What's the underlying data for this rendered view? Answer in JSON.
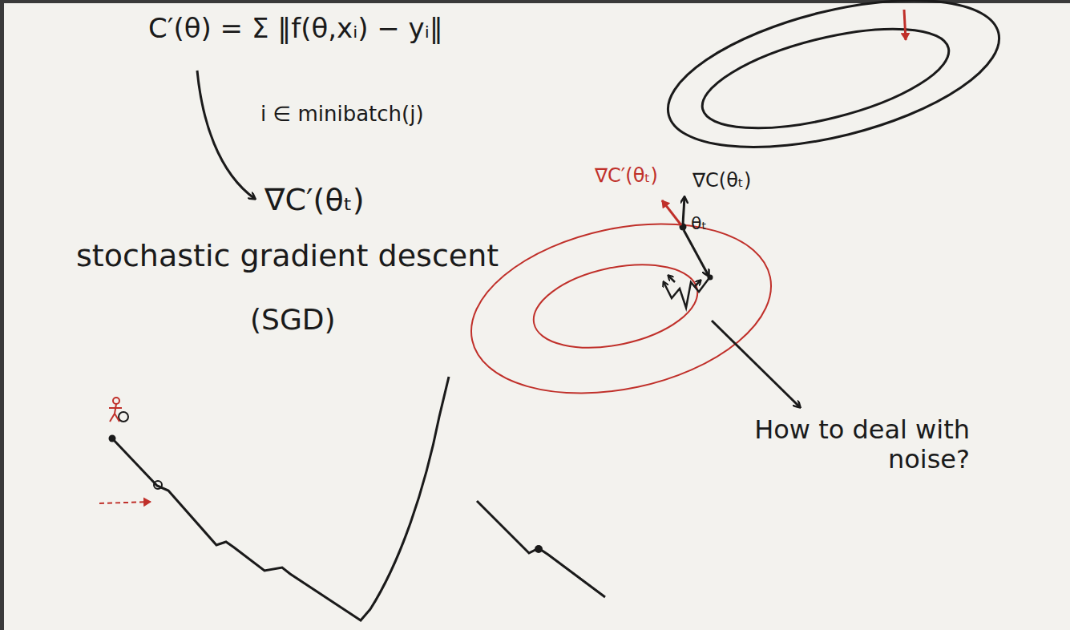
{
  "diagram": {
    "labels": [
      "C′(θ) = Σ ‖f(θ,xᵢ) − yᵢ‖",
      "i ∈ minibatch(j)",
      "∇C′(θₜ)",
      "stochastic gradient descent",
      "(SGD)",
      "∇C′(θₜ)",
      "∇C(θₜ)",
      "θₜ",
      "How to deal with noise?"
    ]
  }
}
